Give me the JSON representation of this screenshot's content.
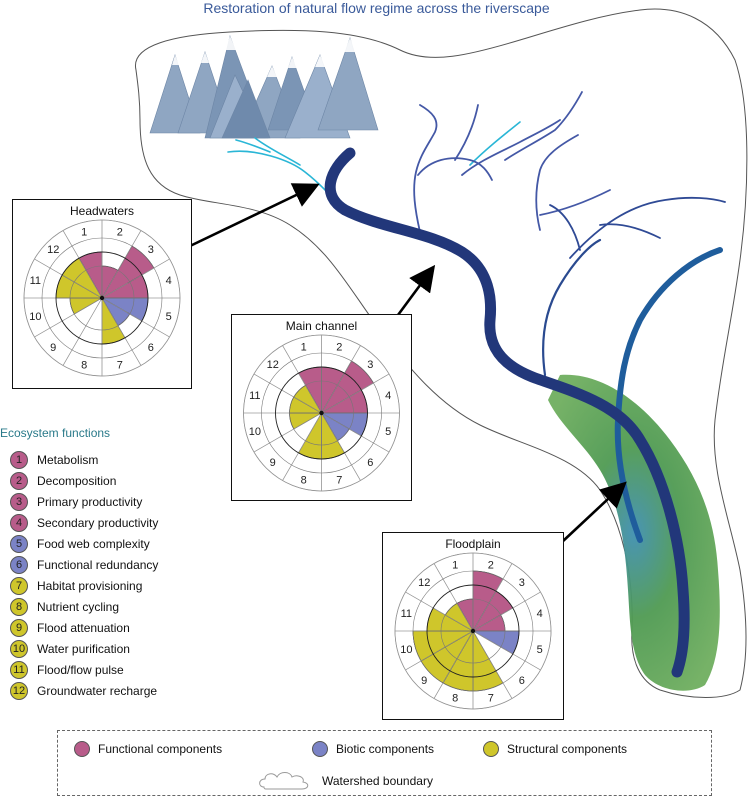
{
  "title": "Restoration of natural flow regime across the riverscape",
  "colors": {
    "functional": "#b85c8a",
    "biotic": "#7b83c6",
    "structural": "#cfc62b",
    "river_dark": "#22377a",
    "river_mid": "#4458a6",
    "stream_light": "#2ab6d6",
    "floodplain": "#4f9a52",
    "mountain": "#8fa6c2"
  },
  "panels": [
    {
      "id": "headwaters",
      "title": "Headwaters",
      "labels": [
        "1",
        "2",
        "3",
        "4",
        "5",
        "6",
        "7",
        "8",
        "9",
        "10",
        "11",
        "12"
      ],
      "levels": [
        2,
        1,
        3,
        2,
        2,
        1,
        2,
        0,
        0,
        1,
        2,
        2
      ]
    },
    {
      "id": "main-channel",
      "title": "Main channel",
      "labels": [
        "1",
        "2",
        "3",
        "4",
        "5",
        "6",
        "7",
        "8",
        "9",
        "10",
        "11",
        "12"
      ],
      "levels": [
        2,
        2,
        3,
        2,
        2,
        1,
        2,
        2,
        0,
        1,
        1,
        1
      ]
    },
    {
      "id": "floodplain",
      "title": "Floodplain",
      "labels": [
        "1",
        "2",
        "3",
        "4",
        "5",
        "6",
        "7",
        "8",
        "9",
        "10",
        "11",
        "12"
      ],
      "levels": [
        1,
        3,
        2,
        1,
        2,
        0,
        3,
        3,
        3,
        3,
        2,
        1
      ]
    }
  ],
  "legend": {
    "title": "Ecosystem functions",
    "items": [
      {
        "num": "1",
        "label": "Metabolism",
        "group": "functional"
      },
      {
        "num": "2",
        "label": "Decomposition",
        "group": "functional"
      },
      {
        "num": "3",
        "label": "Primary productivity",
        "group": "functional"
      },
      {
        "num": "4",
        "label": "Secondary productivity",
        "group": "functional"
      },
      {
        "num": "5",
        "label": "Food web complexity",
        "group": "biotic"
      },
      {
        "num": "6",
        "label": "Functional redundancy",
        "group": "biotic"
      },
      {
        "num": "7",
        "label": "Habitat provisioning",
        "group": "structural"
      },
      {
        "num": "8",
        "label": "Nutrient cycling",
        "group": "structural"
      },
      {
        "num": "9",
        "label": "Flood attenuation",
        "group": "structural"
      },
      {
        "num": "10",
        "label": "Water purification",
        "group": "structural"
      },
      {
        "num": "11",
        "label": "Flood/flow pulse",
        "group": "structural"
      },
      {
        "num": "12",
        "label": "Groundwater recharge",
        "group": "structural"
      }
    ]
  },
  "bottom_legend": {
    "functional": "Functional components",
    "biotic": "Biotic components",
    "structural": "Structural components",
    "watershed": "Watershed boundary"
  }
}
